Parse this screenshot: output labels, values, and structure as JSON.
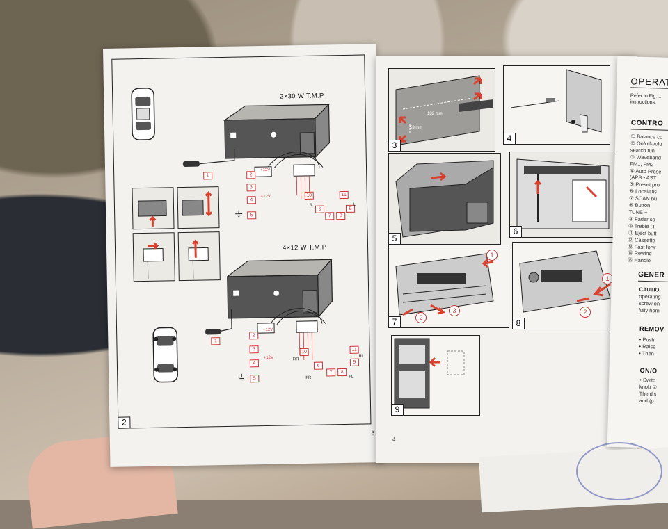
{
  "left_page": {
    "fig_number": "2",
    "page_number": "3",
    "diagram_top": {
      "title": "2×30 W T.M.P",
      "fuse_label": "1",
      "plus12_a": "+12V",
      "plus12_b": "+12V",
      "pins_left": [
        "2",
        "3",
        "4",
        "5"
      ],
      "pins_right": [
        "10",
        "11",
        "6",
        "7",
        "8",
        "9"
      ],
      "ch_r": "R",
      "ch_l": "L"
    },
    "diagram_bottom": {
      "title": "4×12 W T.M.P",
      "fuse_label": "1",
      "plus12_a": "+12V",
      "plus12_b": "+12V",
      "pins_left": [
        "2",
        "3",
        "4",
        "5"
      ],
      "pins_right": [
        "10",
        "11",
        "6",
        "7",
        "8",
        "9"
      ],
      "ch_rr": "RR",
      "ch_rl": "RL",
      "ch_fr": "FR",
      "ch_fl": "FL"
    }
  },
  "mid_page": {
    "page_number": "4",
    "fig3_dims": [
      "182 mm",
      "53 mm"
    ],
    "figs": [
      "3",
      "4",
      "5",
      "6",
      "7",
      "8",
      "9"
    ],
    "fig7_steps": [
      "1",
      "2",
      "3"
    ],
    "fig8_steps": [
      "1",
      "2"
    ]
  },
  "right_page": {
    "title": "OPERATI",
    "intro": [
      "Refer to Fig. 1",
      "instructions."
    ],
    "controls_head": "CONTRO",
    "controls": [
      "① Balance co",
      "② On/off-volu",
      "   search tun",
      "③ Waveband",
      "   FM1, FM2",
      "④ Auto Prese",
      "   (APS • AST",
      "⑤ Preset pro",
      "⑥ Local/Dis",
      "⑦ SCAN bu",
      "⑧ Button",
      "   TUNE ~",
      "⑨ Fader co",
      "⑩ Treble (T",
      "⑪ Eject butt",
      "⑫ Cassette",
      "⑬ Fast forw",
      "⑭ Rewind",
      "⑮ Handle"
    ],
    "general_head": "GENER",
    "caution": [
      "CAUTIO",
      "operating",
      "screw on",
      "fully hom"
    ],
    "remove_head": "REMOV",
    "remove": [
      "• Push",
      "• Raise",
      "• Then"
    ],
    "onoff_head": "ON/O",
    "onoff": [
      "• Switc",
      "knob ②",
      "The dis",
      "and (p"
    ]
  },
  "colors": {
    "accent_red": "#d9412f",
    "ink": "#222222",
    "paper": "#f3f2ef"
  }
}
